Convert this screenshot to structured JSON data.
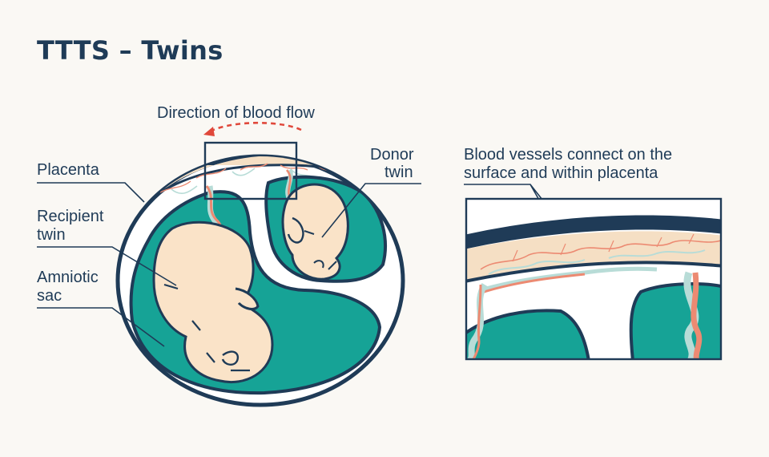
{
  "title": "TTTS – Twins",
  "labels": {
    "direction": "Direction of blood flow",
    "placenta": "Placenta",
    "recipient_line1": "Recipient",
    "recipient_line2": "twin",
    "amniotic_line1": "Amniotic",
    "amniotic_line2": "sac",
    "donor_line1": "Donor",
    "donor_line2": "twin",
    "vessels_line1": "Blood vessels connect on the",
    "vessels_line2": "surface and within placenta"
  },
  "colors": {
    "navy": "#1f3b57",
    "teal": "#16a396",
    "skin": "#fae3c8",
    "placenta": "#f5dfc4",
    "artery": "#ec8a72",
    "vein": "#b8dcd7",
    "arrow": "#e0483b",
    "background": "#faf8f4"
  }
}
